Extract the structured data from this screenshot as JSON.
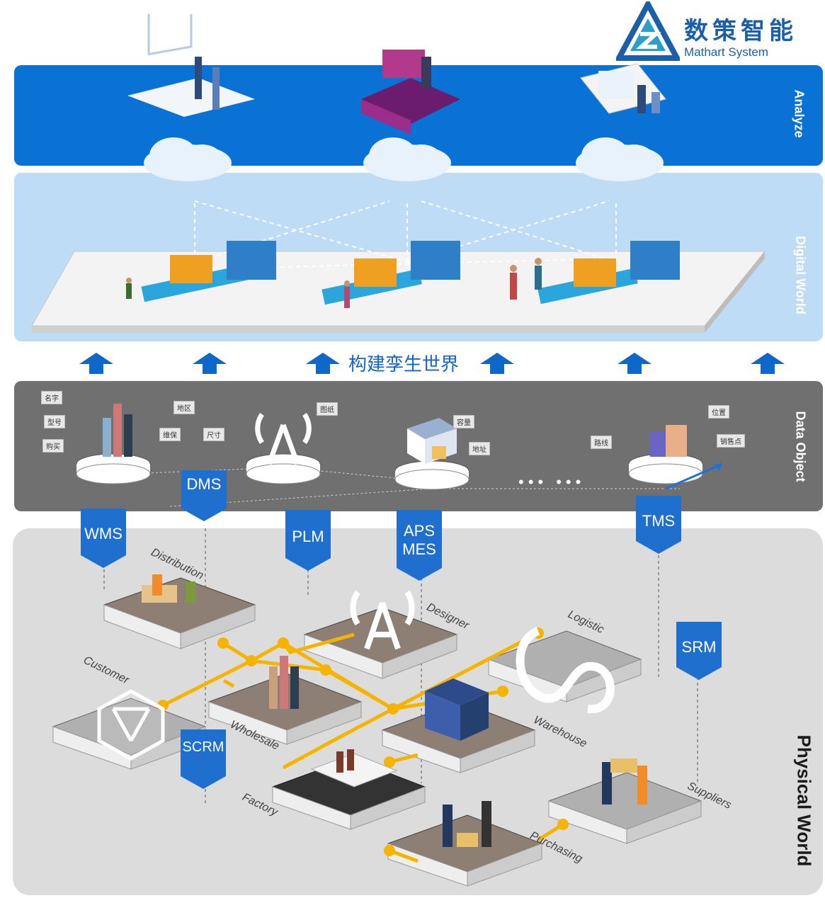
{
  "logo": {
    "cn": "数策智能",
    "en": "Mathart System"
  },
  "layers": {
    "analyze": "Analyze",
    "digital": "Digital World",
    "data": "Data Object",
    "physical": "Physical World"
  },
  "build_text": "构建孪生世界",
  "fields": {
    "name": "名字",
    "model": "型号",
    "purchase": "购买",
    "region": "地区",
    "maint": "维保",
    "size": "尺寸",
    "drawing": "图纸",
    "capacity": "容量",
    "address": "地址",
    "location": "位置",
    "route": "路线",
    "sales": "销售点"
  },
  "ellipsis": "••• •••",
  "systems": {
    "dms": "DMS",
    "wms": "WMS",
    "plm": "PLM",
    "aps": "APS",
    "mes": "MES",
    "tms": "TMS",
    "srm": "SRM",
    "scrm": "SCRM"
  },
  "processes": {
    "distribution": "Distribution",
    "designer": "Designer",
    "logistic": "Logistic",
    "customer": "Customer",
    "wholesale": "Wholesale",
    "warehouse": "Warehouse",
    "factory": "Factory",
    "suppliers": "Suppliers",
    "purchasing": "Purchasing"
  },
  "colors": {
    "analyze": "#0a72d4",
    "digital": "#bfdcf6",
    "data": "#707070",
    "physical": "#dcdcdc",
    "arrow": "#0e67c9",
    "network": "#f6b400"
  }
}
